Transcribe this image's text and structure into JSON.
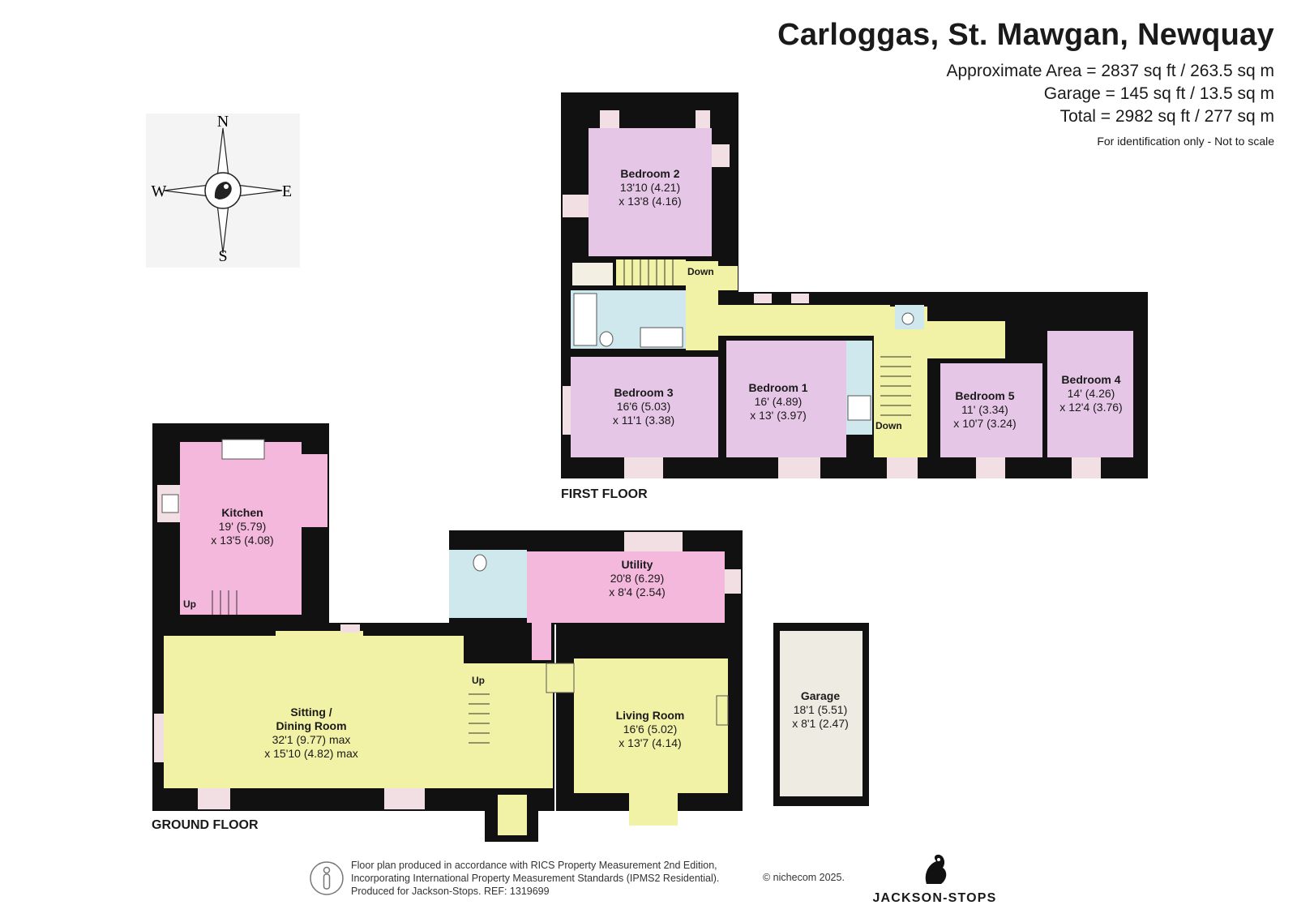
{
  "header": {
    "title": "Carloggas, St. Mawgan, Newquay",
    "approx_area": "Approximate Area = 2837 sq ft / 263.5 sq m",
    "garage_area": "Garage = 145 sq ft / 13.5 sq m",
    "total_area": "Total = 2982 sq ft / 277 sq m",
    "note": "For identification only - Not to scale"
  },
  "compass": {
    "n": "N",
    "e": "E",
    "s": "S",
    "w": "W"
  },
  "floors": {
    "first": "FIRST FLOOR",
    "ground": "GROUND FLOOR"
  },
  "rooms": {
    "bedroom2": {
      "name": "Bedroom 2",
      "dim1": "13'10 (4.21)",
      "dim2": "x 13'8 (4.16)"
    },
    "bedroom3": {
      "name": "Bedroom 3",
      "dim1": "16'6 (5.03)",
      "dim2": "x 11'1 (3.38)"
    },
    "bedroom1": {
      "name": "Bedroom 1",
      "dim1": "16' (4.89)",
      "dim2": "x 13' (3.97)"
    },
    "bedroom5": {
      "name": "Bedroom 5",
      "dim1": "11' (3.34)",
      "dim2": "x 10'7 (3.24)"
    },
    "bedroom4": {
      "name": "Bedroom 4",
      "dim1": "14' (4.26)",
      "dim2": "x 12'4 (3.76)"
    },
    "kitchen": {
      "name": "Kitchen",
      "dim1": "19' (5.79)",
      "dim2": "x 13'5 (4.08)"
    },
    "utility": {
      "name": "Utility",
      "dim1": "20'8 (6.29)",
      "dim2": "x 8'4 (2.54)"
    },
    "sitting": {
      "name": "Sitting /",
      "name2": "Dining Room",
      "dim1": "32'1 (9.77) max",
      "dim2": "x 15'10 (4.82) max"
    },
    "living": {
      "name": "Living Room",
      "dim1": "16'6 (5.02)",
      "dim2": "x 13'7 (4.14)"
    },
    "garage": {
      "name": "Garage",
      "dim1": "18'1 (5.51)",
      "dim2": "x 8'1 (2.47)"
    }
  },
  "stair_marks": {
    "down_top": "Down",
    "down_mid": "Down",
    "up_kitchen": "Up",
    "up_hall": "Up"
  },
  "footer": {
    "line1": "Floor plan produced in accordance with RICS Property Measurement 2nd Edition,",
    "line2": "Incorporating International Property Measurement Standards (IPMS2 Residential).",
    "line3": "Produced for Jackson-Stops.   REF: 1319699",
    "copyright": "© nichecom 2025.",
    "brand": "JACKSON-STOPS"
  },
  "colors": {
    "wall": "#111111",
    "bedroom": "#e6c6e6",
    "wet_room": "#cfe8ee",
    "landing": "#f2f2a6",
    "kitchen": "#f4b8dc",
    "garage": "#eeebe3",
    "window": "#f2dfe4"
  }
}
